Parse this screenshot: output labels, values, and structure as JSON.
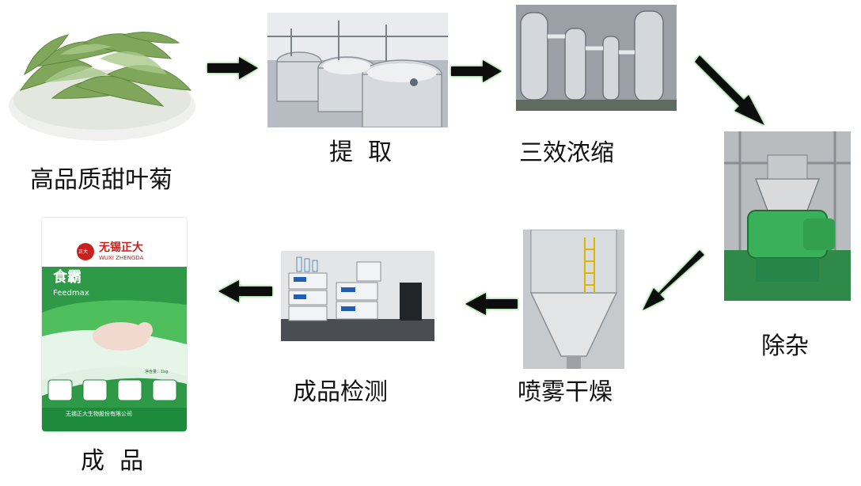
{
  "steps": [
    {
      "id": "stevia",
      "label": "高品质甜叶菊"
    },
    {
      "id": "extract",
      "label": "提  取"
    },
    {
      "id": "concentrate",
      "label": "三效浓缩"
    },
    {
      "id": "purify",
      "label": "除杂"
    },
    {
      "id": "spray-dry",
      "label": "喷雾干燥"
    },
    {
      "id": "inspect",
      "label": "成品检测"
    },
    {
      "id": "product",
      "label": "成  品"
    }
  ],
  "package": {
    "brand_cn": "无锡正大",
    "brand_en": "WUXI ZHENGDA",
    "logo_text": "正大",
    "product_cn": "食霸",
    "product_en": "Feedmax",
    "weight": "净含量：1kg",
    "company": "无锡正大生物股份有限公司"
  },
  "colors": {
    "arrow": "#0a0a0a",
    "arrow_glow": "#1e9b1e",
    "brand_red": "#c8201e",
    "brand_green": "#1e9a3c"
  }
}
